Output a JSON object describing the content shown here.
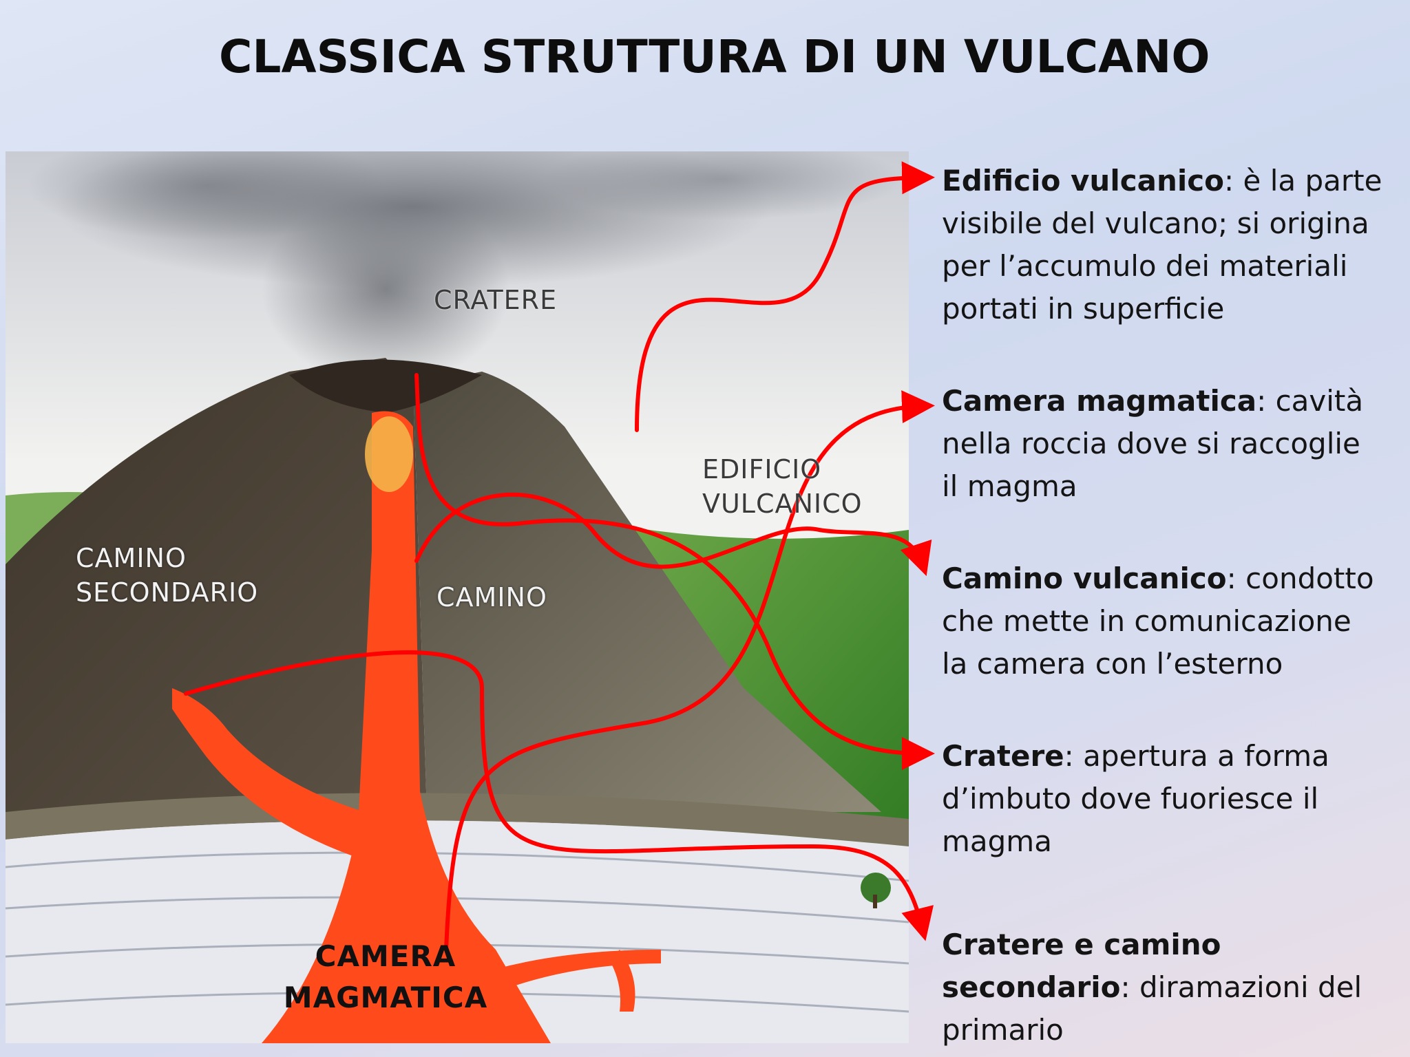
{
  "title": "CLASSICA STRUTTURA DI UN VULCANO",
  "image_labels": {
    "cratere": "CRATERE",
    "edificio_line1": "EDIFICIO",
    "edificio_line2": "VULCANICO",
    "camino_secondario_line1": "CAMINO",
    "camino_secondario_line2": "SECONDARIO",
    "camino": "CAMINO",
    "camera_line1": "CAMERA",
    "camera_line2": "MAGMATICA"
  },
  "definitions": [
    {
      "term": "Edificio vulcanico",
      "text": ": è la parte visibile del vulcano; si origina per l’accumulo dei materiali portati in superficie"
    },
    {
      "term": "Camera magmatica",
      "text": ": cavità nella roccia dove si raccoglie il magma"
    },
    {
      "term": "Camino vulcanico",
      "text": ": condotto che mette in comunicazione la camera con l’esterno"
    },
    {
      "term": "Cratere",
      "text": ": apertura a forma d’imbuto dove fuoriesce il magma"
    },
    {
      "term": "Cratere e camino secondario",
      "text": ": diramazioni del primario"
    }
  ],
  "colors": {
    "arrow": "#ff0000",
    "lava": "#ff4a1c",
    "mountain": "#4a3f32",
    "grass": "#3f8f2e",
    "sky": "#f4f4f2",
    "smoke": "#7c7f86"
  }
}
